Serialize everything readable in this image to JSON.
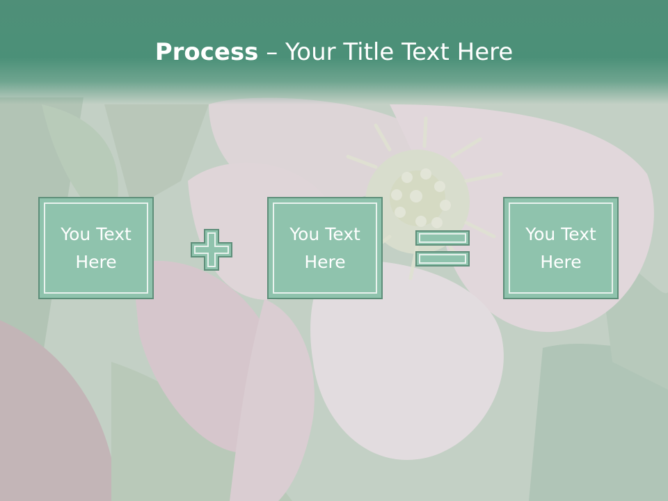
{
  "title": {
    "strong": "Process",
    "rest": " – Your Title Text Here"
  },
  "boxes": [
    {
      "text": "You Text Here"
    },
    {
      "text": "You Text Here"
    },
    {
      "text": "You Text Here"
    }
  ],
  "operators": {
    "plus_icon": "plus-icon",
    "equals_icon": "equals-icon"
  },
  "colors": {
    "header": "#4b9078",
    "box_fill": "#8fc3ad",
    "box_border": "#5d8e79",
    "text": "#ffffff"
  }
}
